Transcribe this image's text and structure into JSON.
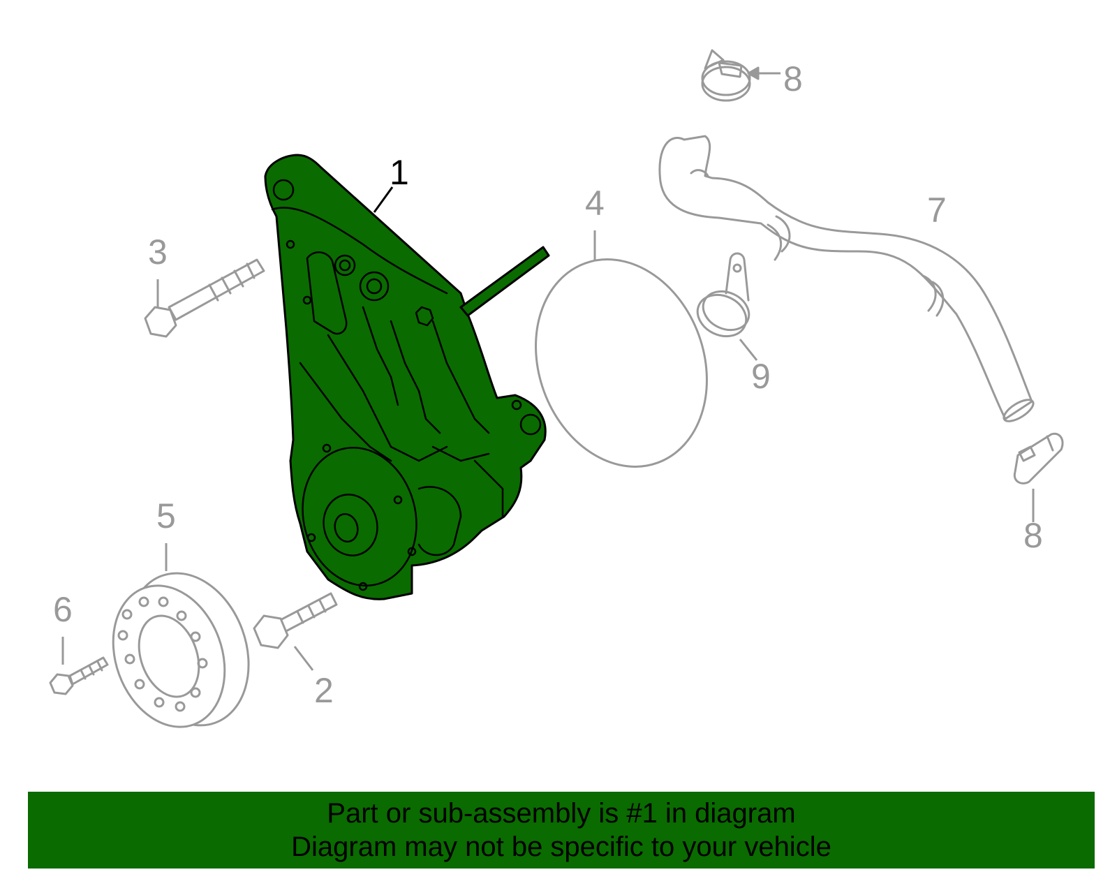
{
  "callouts": {
    "c1": "1",
    "c2": "2",
    "c3": "3",
    "c4": "4",
    "c5": "5",
    "c6": "6",
    "c7": "7",
    "c8a": "8",
    "c8b": "8",
    "c9": "9"
  },
  "banner": {
    "line1": "Part or sub-assembly is #1 in diagram",
    "line2": "Diagram may not be specific to your vehicle"
  },
  "colors": {
    "highlight": "#0a6b00",
    "parts": "#999999",
    "background": "#ffffff"
  }
}
